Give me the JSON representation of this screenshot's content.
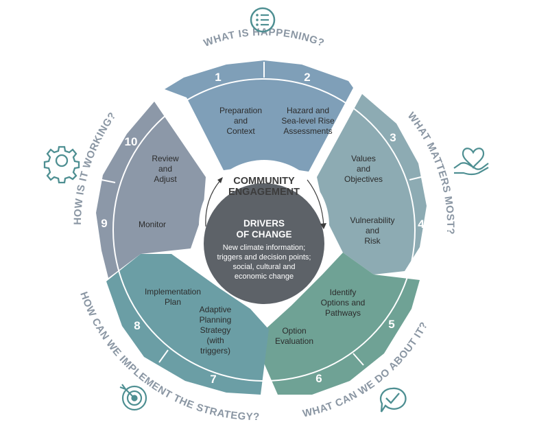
{
  "center": {
    "engagement_line1": "COMMUNITY",
    "engagement_line2": "ENGAGEMENT",
    "drivers_title_line1": "DRIVERS",
    "drivers_title_line2": "OF CHANGE",
    "drivers_text": [
      "New climate information;",
      "triggers and decision points;",
      "social, cultural and",
      "economic change"
    ]
  },
  "questions": {
    "q1": "WHAT IS HAPPENING?",
    "q2": "WHAT MATTERS MOST?",
    "q3": "WHAT CAN WE DO ABOUT IT?",
    "q4": "HOW CAN WE IMPLEMENT THE STRATEGY?",
    "q5": "HOW IS IT WORKING?"
  },
  "steps": [
    {
      "num": "1",
      "lines": [
        "Preparation",
        "and",
        "Context"
      ]
    },
    {
      "num": "2",
      "lines": [
        "Hazard and",
        "Sea-level Rise",
        "Assessments"
      ]
    },
    {
      "num": "3",
      "lines": [
        "Values",
        "and",
        "Objectives"
      ]
    },
    {
      "num": "4",
      "lines": [
        "Vulnerability",
        "and",
        "Risk"
      ]
    },
    {
      "num": "5",
      "lines": [
        "Identify",
        "Options and",
        "Pathways"
      ]
    },
    {
      "num": "6",
      "lines": [
        "Option",
        "Evaluation"
      ]
    },
    {
      "num": "7",
      "lines": [
        "Adaptive",
        "Planning",
        "Strategy",
        "(with",
        "triggers)"
      ]
    },
    {
      "num": "8",
      "lines": [
        "Implementation",
        "Plan"
      ]
    },
    {
      "num": "9",
      "lines": [
        "Monitor"
      ]
    },
    {
      "num": "10",
      "lines": [
        "Review",
        "and",
        "Adjust"
      ]
    }
  ],
  "colors": {
    "sector_top": "#7f9fb8",
    "sector_right": "#8dabb3",
    "sector_bottom_right": "#6fa295",
    "sector_bottom_left": "#6b9ea5",
    "sector_left": "#8c98a8",
    "center_dark": "#5d6268",
    "question_text": "#8a96a3",
    "icon_teal": "#4e8f92"
  },
  "icons": [
    "list-icon",
    "heart-hand-icon",
    "check-bubble-icon",
    "target-icon",
    "gear-icon"
  ]
}
